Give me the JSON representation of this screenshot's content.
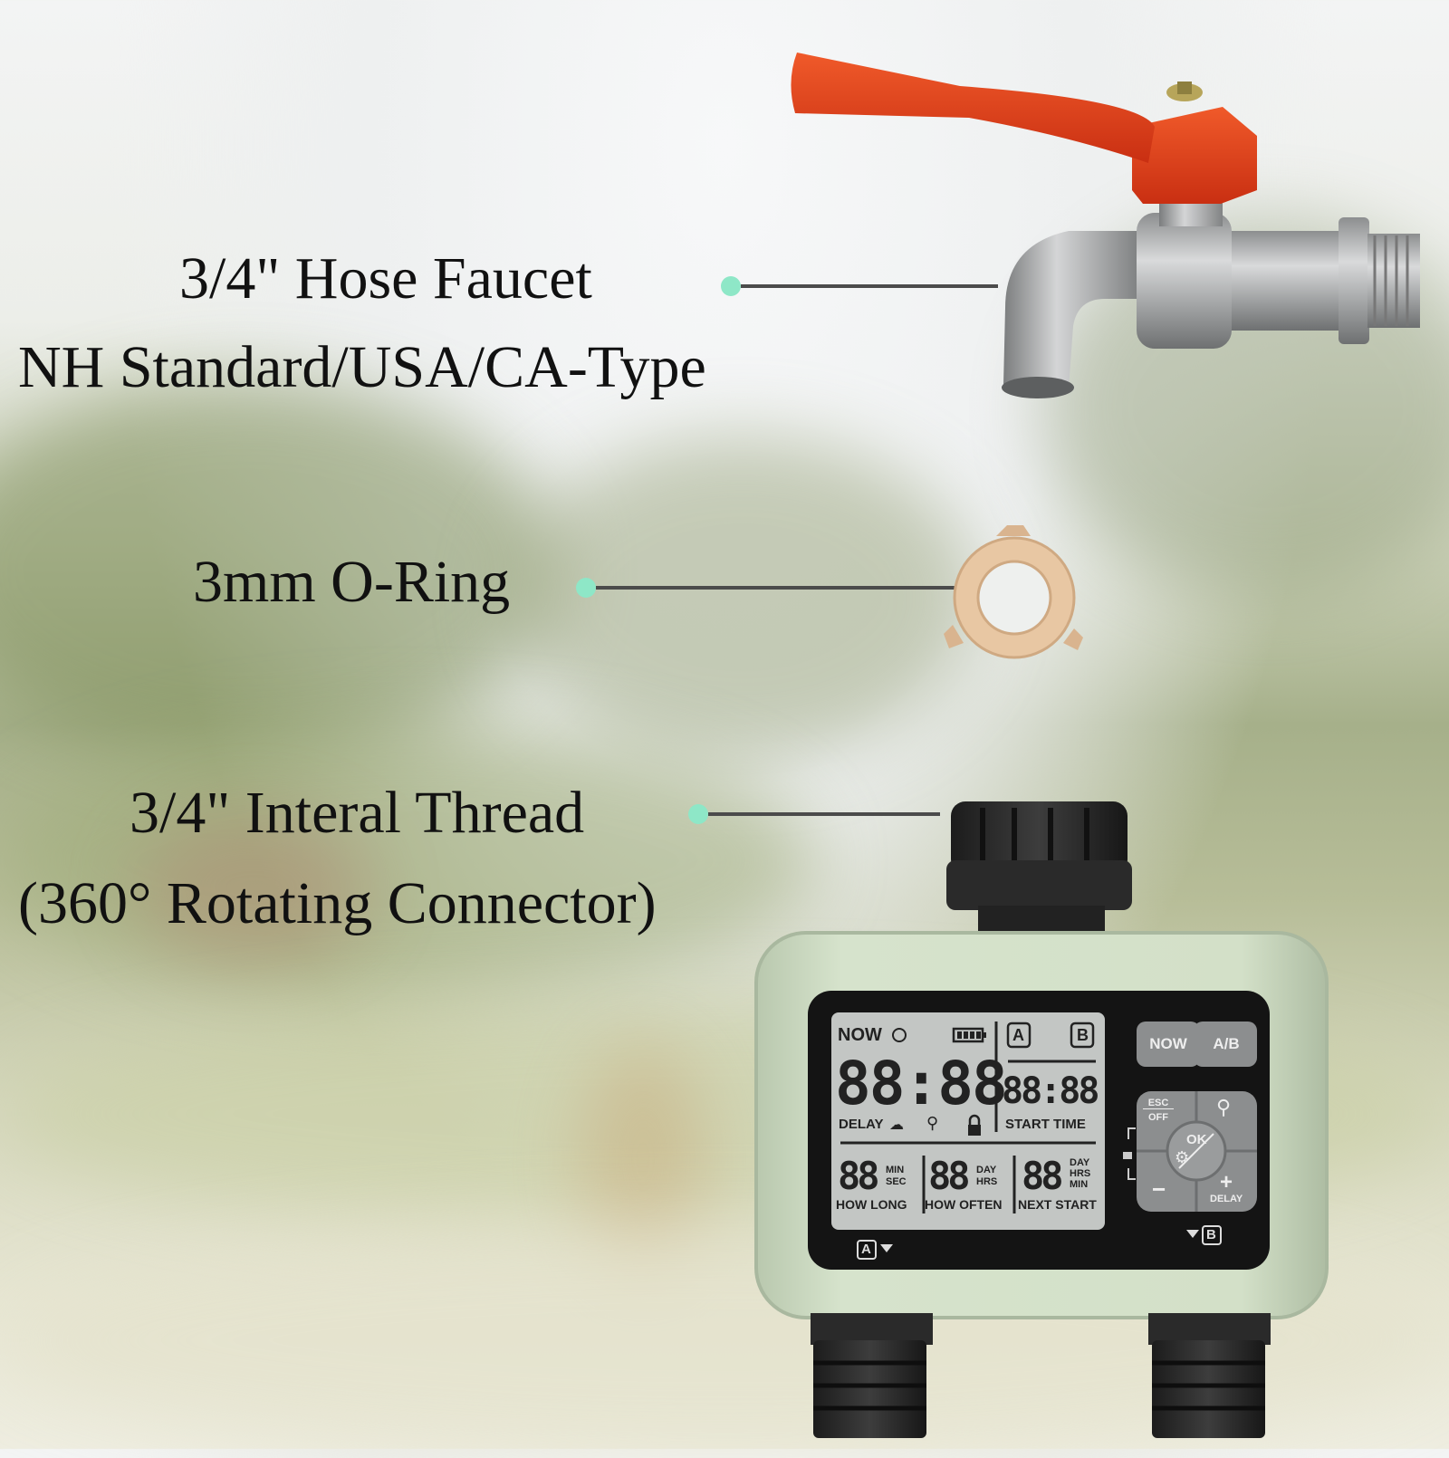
{
  "callouts": [
    {
      "line1": "3/4\" Hose Faucet",
      "line2": "NH Standard/USA/CA-Type"
    },
    {
      "line1": "3mm O-Ring"
    },
    {
      "line1": "3/4\"  Interal Thread",
      "line2": "(360°  Rotating Connector)"
    }
  ],
  "accent_color": "#8ee7c7",
  "device": {
    "lcd": {
      "now_label": "NOW",
      "zone_a": "A",
      "zone_b": "B",
      "main_digits": "88:88",
      "start_digits": "88:88",
      "delay_label": "DELAY",
      "start_time_label": "START TIME",
      "how_long_digits": "88",
      "how_long_units_1": "MIN",
      "how_long_units_2": "SEC",
      "how_long_label": "HOW LONG",
      "how_often_digits": "88",
      "how_often_units_1": "DAY",
      "how_often_units_2": "HRS",
      "how_often_label": "HOW OFTEN",
      "next_start_digits": "88",
      "next_start_units_1": "DAY",
      "next_start_units_2": "HRS",
      "next_start_units_3": "MIN",
      "next_start_label": "NEXT START"
    },
    "buttons": {
      "now": "NOW",
      "ab": "A/B",
      "esc": "ESC",
      "off": "OFF",
      "ok": "OK",
      "minus": "−",
      "plus": "+",
      "delay": "DELAY"
    },
    "outlet_a": "A",
    "outlet_b": "B"
  }
}
